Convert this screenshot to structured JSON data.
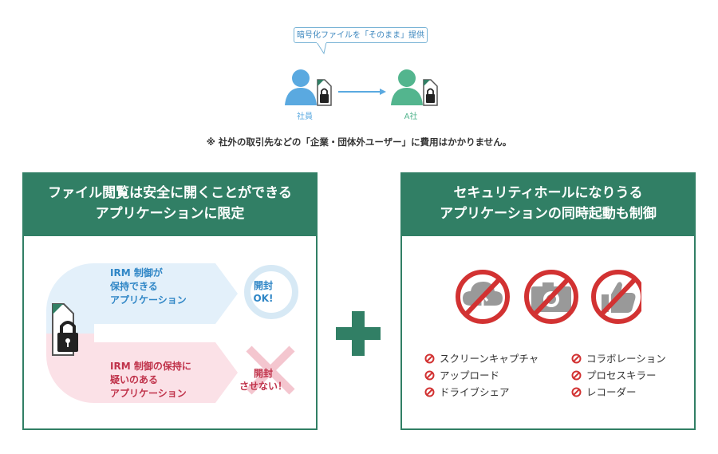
{
  "flow": {
    "bubble": "暗号化ファイルを「そのまま」提供",
    "sender_label": "社員",
    "receiver_label": "A社"
  },
  "note": "※ 社外の取引先などの「企業・団体外ユーザー」に費用はかかりません。",
  "left_panel": {
    "title_line1": "ファイル閲覧は安全に開くことができる",
    "title_line2": "アプリケーションに限定",
    "allowed": {
      "line1": "IRM 制御が",
      "line2": "保持できる",
      "line3": "アプリケーション",
      "result_line1": "開封",
      "result_line2": "OK!"
    },
    "denied": {
      "line1": "IRM 制御の保持に",
      "line2": "疑いのある",
      "line3": "アプリケーション",
      "result_line1": "開封",
      "result_line2": "させない！"
    }
  },
  "plus_sign": "+",
  "right_panel": {
    "title_line1": "セキュリティホールになりうる",
    "title_line2": "アプリケーションの同時起動も制御",
    "prohibited_icons": [
      "cloud-upload-icon",
      "camera-icon",
      "thumbs-up-icon"
    ],
    "list_left": [
      "スクリーンキャプチャ",
      "アップロード",
      "ドライブシェア"
    ],
    "list_right": [
      "コラボレーション",
      "プロセスキラー",
      "レコーダー"
    ]
  },
  "colors": {
    "green": "#317f65",
    "blue_person": "#5aa9e0",
    "green_person": "#53b58e",
    "red": "#d23232",
    "blue_text": "#2f86c6",
    "red_text": "#c0334b"
  }
}
